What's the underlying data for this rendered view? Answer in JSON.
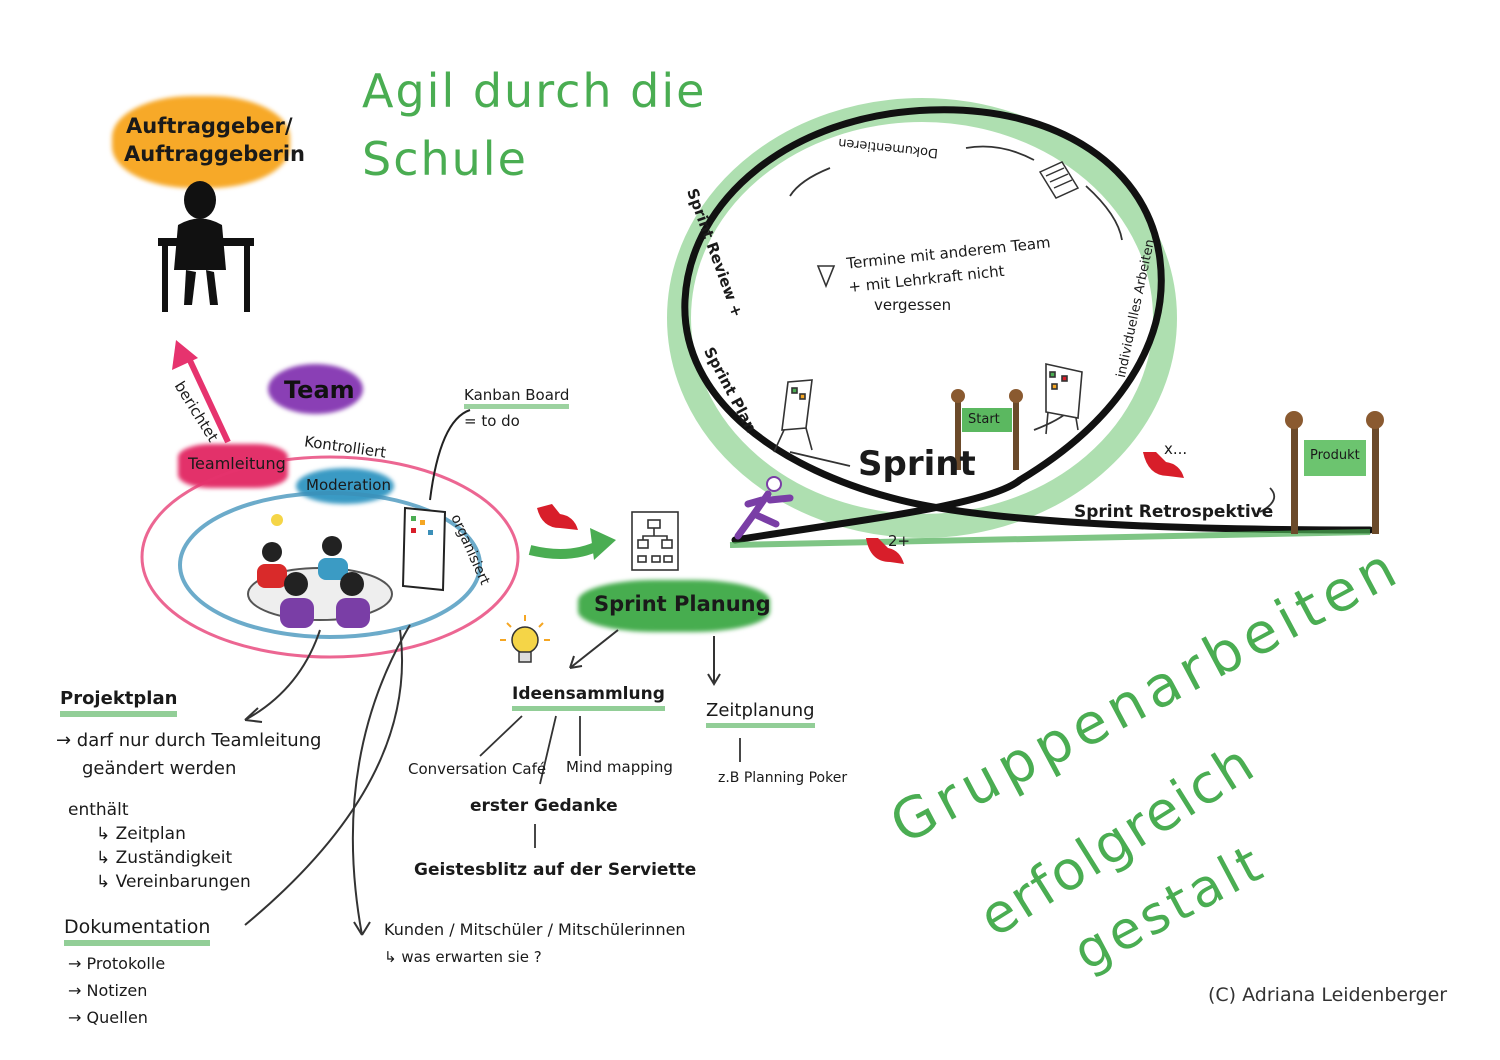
{
  "title_line1": "Agil durch die",
  "title_line2": "Schule",
  "client": {
    "line1": "Auftraggeber/",
    "line2": "Auftraggeberin"
  },
  "berichtet": "berichtet",
  "team": "Team",
  "teamleitung": "Teamleitung",
  "kontrolliert": "Kontrolliert",
  "moderation": "Moderation",
  "organisiert": "organisiert",
  "kanban": {
    "line1": "Kanban Board",
    "line2": "= to do"
  },
  "sprint_planung": "Sprint Planung",
  "ideensammlung": "Ideensammlung",
  "zeitplanung": "Zeitplanung",
  "conversation_cafe": "Conversation Café",
  "mind_mapping": "Mind mapping",
  "erster_gedanke": "erster Gedanke",
  "geistesblitz": "Geistesblitz auf der Serviette",
  "planning_poker": "z.B Planning Poker",
  "kunden": {
    "line1": "Kunden / Mitschüler / Mitschülerinnen",
    "line2": "↳ was erwarten sie ?"
  },
  "projektplan": {
    "heading": "Projektplan",
    "line1": "→ darf nur durch Teamleitung",
    "line2": "geändert werden",
    "enthaelt": "enthält",
    "items": [
      "↳ Zeitplan",
      "↳ Zuständigkeit",
      "↳ Vereinbarungen"
    ]
  },
  "dokumentation": {
    "heading": "Dokumentation",
    "items": [
      "→ Protokolle",
      "→ Notizen",
      "→ Quellen"
    ]
  },
  "loop": {
    "dokumentieren": "Dokumentieren",
    "sprint_review": "Sprint Review +",
    "individuelles_arbeiten": "individuelles Arbeiten",
    "sprint_plan": "Sprint Plan",
    "sprint": "Sprint",
    "start": "Start",
    "produkt": "Produkt",
    "retrospektive": "Sprint Retrospektive",
    "note_line1": "Termine mit anderem Team",
    "note_line2": "+ mit Lehrkraft nicht",
    "note_line3": "vergessen",
    "x_dots": "x...",
    "two_plus": "2+"
  },
  "subtitle": {
    "line1": "Gruppenarbeiten",
    "line2": "erfolgreich",
    "line3": "gestalt"
  },
  "credit": "(C) Adriana Leidenberger",
  "colors": {
    "green": "#4aad52",
    "orange": "#f5a623",
    "pink": "#e6336e",
    "purple": "#7a3ea6",
    "teal": "#3b8fb8",
    "red": "#d81e2a"
  }
}
